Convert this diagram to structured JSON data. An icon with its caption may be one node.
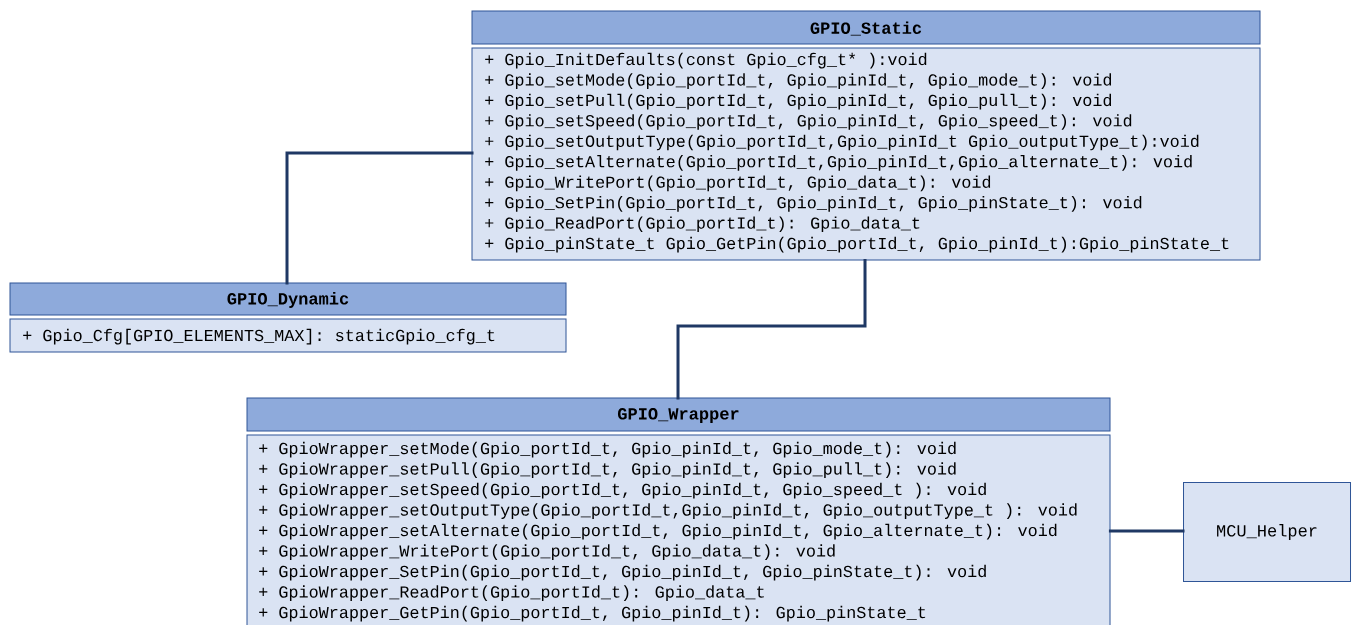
{
  "diagram": {
    "nodes": [
      {
        "text": [
          "GPIO_Static",
          "+ Gpio_InitDefaults(const Gpio_cfg_t* ):void",
          "+ Gpio_setMode(Gpio_portId_t, Gpio_pinId_t, Gpio_mode_t): void",
          "+ Gpio_setPull(Gpio_portId_t, Gpio_pinId_t, Gpio_pull_t): void",
          "+ Gpio_setSpeed(Gpio_portId_t, Gpio_pinId_t, Gpio_speed_t): void",
          "+ Gpio_setOutputType(Gpio_portId_t,Gpio_pinId_t Gpio_outputType_t):void",
          "+ Gpio_setAlternate(Gpio_portId_t,Gpio_pinId_t,Gpio_alternate_t): void",
          "+ Gpio_WritePort(Gpio_portId_t, Gpio_data_t): void",
          "+ Gpio_SetPin(Gpio_portId_t, Gpio_pinId_t, Gpio_pinState_t): void",
          "+ Gpio_ReadPort(Gpio_portId_t): Gpio_data_t",
          "+ Gpio_pinState_t Gpio_GetPin(Gpio_portId_t, Gpio_pinId_t):Gpio_pinState_t"
        ]
      },
      {
        "text": [
          "GPIO_Dynamic",
          "+ Gpio_Cfg[GPIO_ELEMENTS_MAX]: staticGpio_cfg_t"
        ]
      },
      {
        "text": [
          "GPIO_Wrapper",
          "+ GpioWrapper_setMode(Gpio_portId_t, Gpio_pinId_t, Gpio_mode_t): void",
          "+ GpioWrapper_setPull(Gpio_portId_t, Gpio_pinId_t, Gpio_pull_t): void",
          "+ GpioWrapper_setSpeed(Gpio_portId_t, Gpio_pinId_t, Gpio_speed_t ): void",
          "+ GpioWrapper_setOutputType(Gpio_portId_t,Gpio_pinId_t, Gpio_outputType_t ): void",
          "+ GpioWrapper_setAlternate(Gpio_portId_t, Gpio_pinId_t, Gpio_alternate_t): void",
          "+ GpioWrapper_WritePort(Gpio_portId_t, Gpio_data_t): void",
          "+ GpioWrapper_SetPin(Gpio_portId_t, Gpio_pinId_t, Gpio_pinState_t): void",
          "+ GpioWrapper_ReadPort(Gpio_portId_t): Gpio_data_t",
          "+ GpioWrapper_GetPin(Gpio_portId_t, Gpio_pinId_t): Gpio_pinState_t"
        ]
      },
      {
        "text": [
          "MCU_Helper"
        ]
      }
    ],
    "edges": [
      {
        "from": 0,
        "to": 1,
        "arrow": "none"
      },
      {
        "from": 0,
        "to": 2,
        "arrow": "none"
      },
      {
        "from": 2,
        "to": 3,
        "arrow": "none"
      }
    ]
  }
}
